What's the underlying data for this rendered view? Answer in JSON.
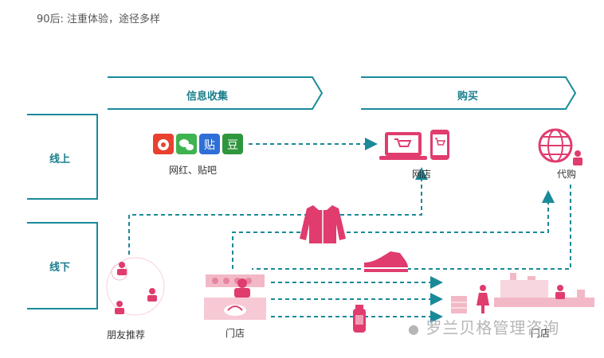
{
  "title": "90后: 注重体验，途径多样",
  "stages": {
    "collect": "信息收集",
    "buy": "购买"
  },
  "channels": {
    "online": "线上",
    "offline": "线下"
  },
  "nodes": {
    "social": "网红、贴吧",
    "eshop": "网店",
    "daigou": "代购",
    "friends": "朋友推荐",
    "store": "门店",
    "store2": "门店"
  },
  "social_icons": [
    {
      "name": "weibo-icon",
      "glyph": "微"
    },
    {
      "name": "wechat-icon",
      "glyph": "聊"
    },
    {
      "name": "tieba-icon",
      "glyph": "贴"
    },
    {
      "name": "douban-icon",
      "glyph": "豆"
    }
  ],
  "watermark": "罗兰贝格管理咨询",
  "colors": {
    "teal": "#1a8a99",
    "pink": "#e03c6e",
    "lightpink": "#f2b8c6"
  }
}
